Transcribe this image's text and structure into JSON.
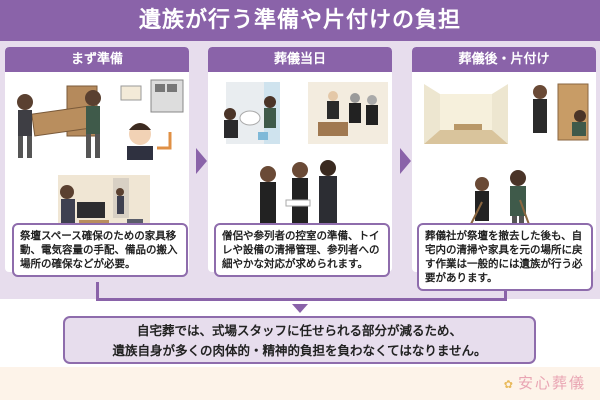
{
  "title": "遺族が行う準備や片付けの負担",
  "colors": {
    "primary_purple": "#8a63a9",
    "lavender_bg": "#e7dded",
    "footer_bg": "#fdf3e9",
    "logo_pink": "#e9a5b3"
  },
  "panels": [
    {
      "header": "まず準備",
      "illustrations": [
        "furniture-moving-icon",
        "electrical-capacity-icon",
        "staff-carrying-equipment-icon"
      ],
      "description": "祭壇スペース確保のための家具移動、電気容量の手配、備品の搬入場所の確保などが必要。"
    },
    {
      "header": "葬儀当日",
      "illustrations": [
        "toilet-cleaning-icon",
        "waiting-room-priest-icon",
        "greeting-mourners-icon"
      ],
      "description": "僧侶や参列者の控室の準備、トイレや設備の清掃管理、参列者への細やかな対応が求められます。"
    },
    {
      "header": "葬儀後・片付け",
      "illustrations": [
        "empty-room-icon",
        "restoring-furniture-icon",
        "sweeping-icon"
      ],
      "description": "葬儀社が祭壇を撤去した後も、自宅内の清掃や家具を元の場所に戻す作業は一般的には遺族が行う必要があります。"
    }
  ],
  "summary": {
    "line1": "自宅葬では、式場スタッフに任せられる部分が減るため、",
    "line2": "遺族自身が多くの肉体的・精神的負担を負わなくてはなりません。"
  },
  "logo": {
    "text": "安心葬儀",
    "icon": "flower-icon"
  }
}
